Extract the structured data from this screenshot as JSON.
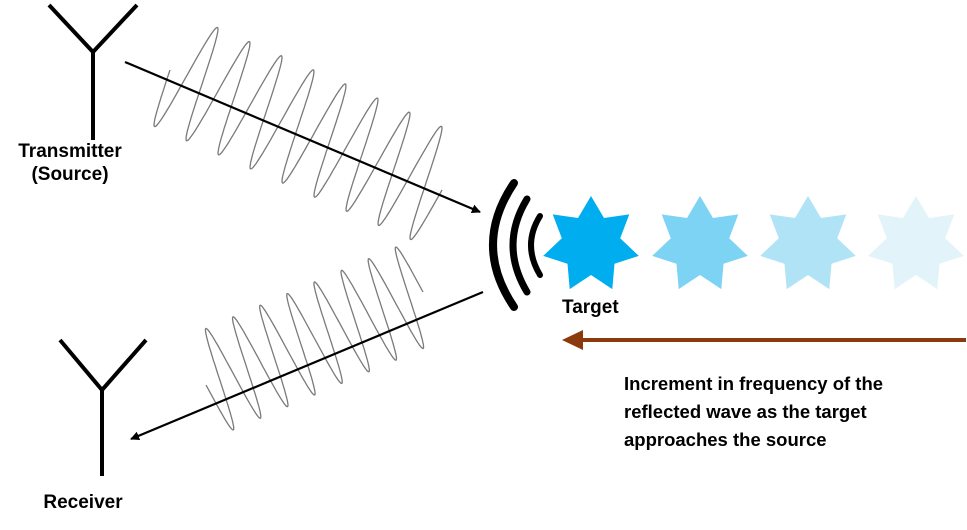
{
  "transmitter": {
    "label_line1": "Transmitter",
    "label_line2": "(Source)"
  },
  "receiver": {
    "label": "Receiver"
  },
  "target": {
    "label": "Target"
  },
  "caption": {
    "line1": "Increment in frequency of the",
    "line2": "reflected wave as the target",
    "line3": "approaches the source"
  },
  "colors": {
    "target_current": "#00AEEF",
    "target_trail_1": "#7DD3F3",
    "target_trail_2": "#B0E3F5",
    "target_trail_3": "#E2F3FA",
    "motion_arrow": "#8B3A0E",
    "wave": "#7a7a7a",
    "lines": "#000000"
  }
}
